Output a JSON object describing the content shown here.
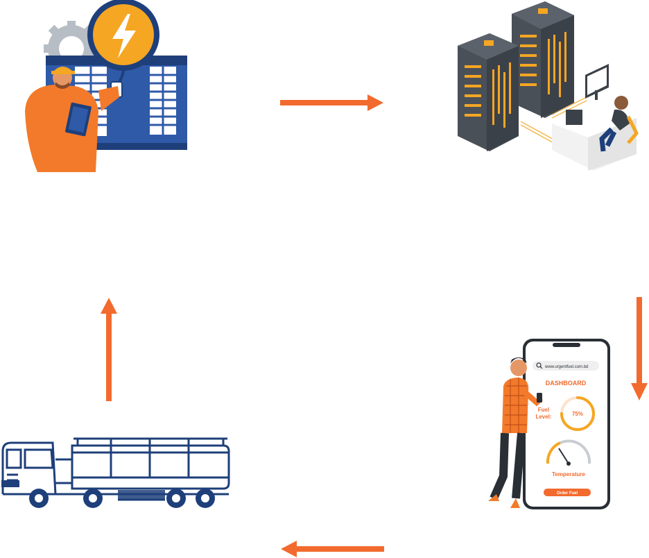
{
  "colors": {
    "accent_orange": "#F26A2E",
    "navy": "#1E3F7A",
    "dark_server": "#3B4148",
    "server_light": "#4A5058",
    "gold": "#F5A623",
    "gear_gray": "#B7BDC4",
    "phone_border": "#2A2F36"
  },
  "steps": [
    {
      "id": "generator",
      "icon": "generator-worker-icon"
    },
    {
      "id": "server",
      "icon": "server-workstation-icon"
    },
    {
      "id": "dashboard",
      "icon": "mobile-dashboard-icon"
    },
    {
      "id": "tanker",
      "icon": "fuel-tanker-truck-icon"
    }
  ],
  "arrows": [
    {
      "from": "generator",
      "to": "server",
      "direction": "right"
    },
    {
      "from": "server",
      "to": "dashboard",
      "direction": "down"
    },
    {
      "from": "dashboard",
      "to": "tanker",
      "direction": "left"
    },
    {
      "from": "tanker",
      "to": "generator",
      "direction": "up"
    }
  ],
  "phone": {
    "url": "www.urgentfuel.com.bd",
    "title": "DASHBOARD",
    "fuel_label_line1": "Fuel",
    "fuel_label_line2": "Level:",
    "fuel_value": "75%",
    "fuel_fraction": 0.75,
    "temperature_label": "Temperature",
    "order_button": "Order Fuel"
  }
}
